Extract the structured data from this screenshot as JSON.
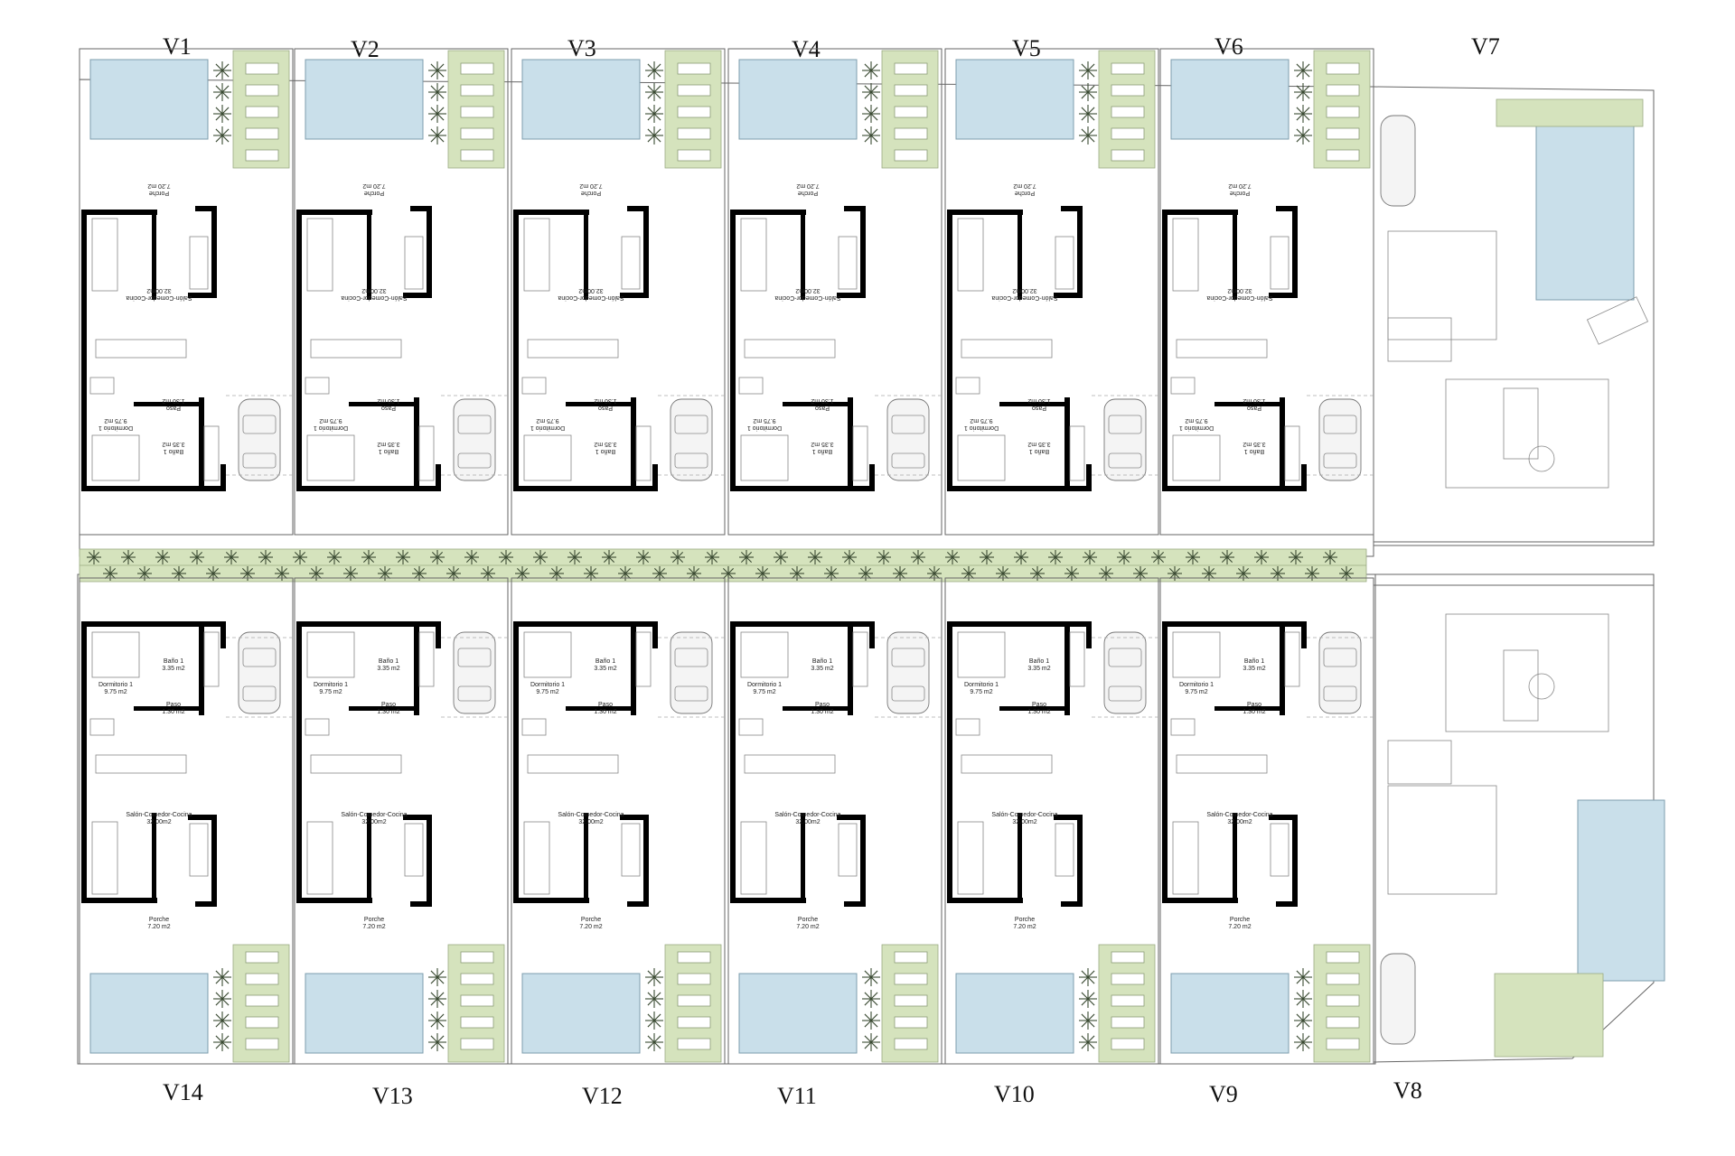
{
  "villas_top": [
    "V1",
    "V2",
    "V3",
    "V4",
    "V5",
    "V6"
  ],
  "villas_bottom": [
    "V14",
    "V13",
    "V12",
    "V11",
    "V10",
    "V9"
  ],
  "villa_corner_top": "V7",
  "villa_corner_bottom": "V8",
  "rooms": {
    "salon": "Salón-Comedor-Cocina",
    "salon_area": "32.00m2",
    "dorm": "Dormitorio 1",
    "dorm_area": "9.75 m2",
    "bano": "Baño 1",
    "bano_area": "3.35 m2",
    "paso": "Paso",
    "paso_area": "1.30 m2",
    "porche": "Porche",
    "porche_area": "7.20 m2"
  },
  "colors": {
    "pool": "#c9dfea",
    "lawn": "#d5e3bd",
    "wall": "#000000"
  },
  "icons": [
    "palm-tree-icon",
    "car-icon",
    "sofa-icon",
    "bed-icon",
    "hob-icon"
  ]
}
